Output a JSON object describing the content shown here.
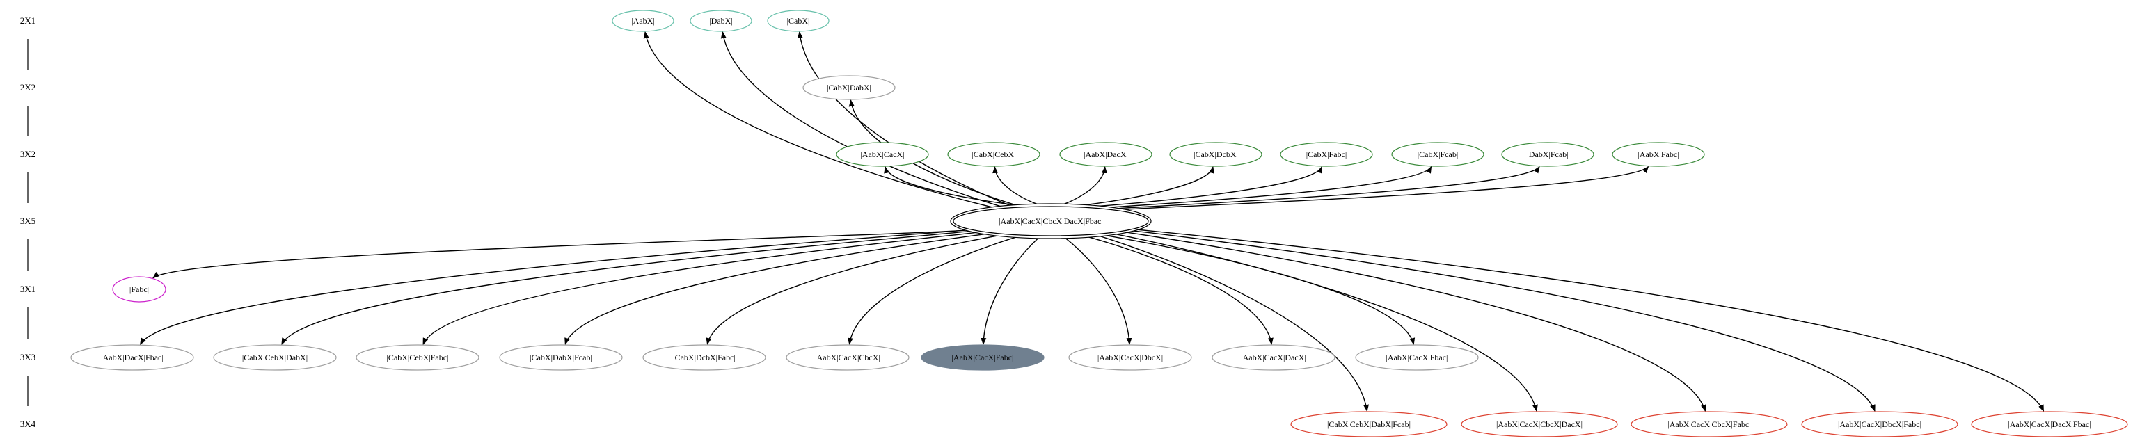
{
  "colors": {
    "edge": "#000000",
    "default_node": "#a0a0a0",
    "green_node": "#3b8a3b",
    "magenta_node": "#cc22cc",
    "red_node": "#dd4433",
    "aqua_node": "#66c0aa",
    "filled_node": "#708090",
    "text": "#000000"
  },
  "levels": [
    {
      "id": "L0",
      "label": "2X1"
    },
    {
      "id": "L1",
      "label": "2X2"
    },
    {
      "id": "L2",
      "label": "3X2"
    },
    {
      "id": "L3",
      "label": "3X5"
    },
    {
      "id": "L4",
      "label": "3X1"
    },
    {
      "id": "L5",
      "label": "3X3"
    },
    {
      "id": "L6",
      "label": "3X4"
    }
  ],
  "nodes": [
    {
      "id": "n_aabx",
      "label": "|AabX|",
      "style": "aqua"
    },
    {
      "id": "n_dabx",
      "label": "|DabX|",
      "style": "aqua"
    },
    {
      "id": "n_cabx",
      "label": "|CabX|",
      "style": "aqua"
    },
    {
      "id": "n_cabxdabx",
      "label": "|CabX|DabX|",
      "style": "default"
    },
    {
      "id": "n_aabxcacx",
      "label": "|AabX|CacX|",
      "style": "green"
    },
    {
      "id": "n_cabxcebx",
      "label": "|CabX|CebX|",
      "style": "green"
    },
    {
      "id": "n_aabxdacx",
      "label": "|AabX|DacX|",
      "style": "green"
    },
    {
      "id": "n_cabxdcbx",
      "label": "|CabX|DcbX|",
      "style": "green"
    },
    {
      "id": "n_cabxfabc",
      "label": "|CabX|Fabc|",
      "style": "green"
    },
    {
      "id": "n_cabxfcab",
      "label": "|CabX|Fcab|",
      "style": "green"
    },
    {
      "id": "n_dabxfcab",
      "label": "|DabX|Fcab|",
      "style": "green"
    },
    {
      "id": "n_aabxfabc",
      "label": "|AabX|Fabc|",
      "style": "green"
    },
    {
      "id": "n_root",
      "label": "|AabX|CacX|CbcX|DacX|Fbac|",
      "style": "double"
    },
    {
      "id": "n_fabc",
      "label": "|Fabc|",
      "style": "magenta"
    },
    {
      "id": "n_aabxdacxfbac",
      "label": "|AabX|DacX|Fbac|",
      "style": "default"
    },
    {
      "id": "n_cabxcebxdabx",
      "label": "|CabX|CebX|DabX|",
      "style": "default"
    },
    {
      "id": "n_cabxcebxfabc",
      "label": "|CabX|CebX|Fabc|",
      "style": "default"
    },
    {
      "id": "n_cabxdabxfcab",
      "label": "|CabX|DabX|Fcab|",
      "style": "default"
    },
    {
      "id": "n_cabxdcbxfabc",
      "label": "|CabX|DcbX|Fabc|",
      "style": "default"
    },
    {
      "id": "n_aabxcacxcbcx",
      "label": "|AabX|CacX|CbcX|",
      "style": "default"
    },
    {
      "id": "n_aabxcacxfabc",
      "label": "|AabX|CacX|Fabc|",
      "style": "filled"
    },
    {
      "id": "n_aabxcacxdbcx",
      "label": "|AabX|CacX|DbcX|",
      "style": "default"
    },
    {
      "id": "n_aabxcacxdacx",
      "label": "|AabX|CacX|DacX|",
      "style": "default"
    },
    {
      "id": "n_aabxcacxfbac",
      "label": "|AabX|CacX|Fbac|",
      "style": "default"
    },
    {
      "id": "n_cabxcebxdabxfcab",
      "label": "|CabX|CebX|DabX|Fcab|",
      "style": "red"
    },
    {
      "id": "n_aabxcacxcbcxdacx",
      "label": "|AabX|CacX|CbcX|DacX|",
      "style": "red"
    },
    {
      "id": "n_aabxcacxcbcxfabc",
      "label": "|AabX|CacX|CbcX|Fabc|",
      "style": "red"
    },
    {
      "id": "n_aabxcacxdbcxfabc",
      "label": "|AabX|CacX|DbcX|Fabc|",
      "style": "red"
    },
    {
      "id": "n_aabxcacxdacxfbac",
      "label": "|AabX|CacX|DacX|Fbac|",
      "style": "red"
    }
  ],
  "edges": [
    {
      "from": "n_root",
      "to": "n_aabx"
    },
    {
      "from": "n_root",
      "to": "n_dabx"
    },
    {
      "from": "n_root",
      "to": "n_cabx"
    },
    {
      "from": "n_root",
      "to": "n_cabxdabx"
    },
    {
      "from": "n_root",
      "to": "n_aabxcacx"
    },
    {
      "from": "n_root",
      "to": "n_cabxcebx"
    },
    {
      "from": "n_root",
      "to": "n_aabxdacx"
    },
    {
      "from": "n_root",
      "to": "n_cabxdcbx"
    },
    {
      "from": "n_root",
      "to": "n_cabxfabc"
    },
    {
      "from": "n_root",
      "to": "n_cabxfcab"
    },
    {
      "from": "n_root",
      "to": "n_dabxfcab"
    },
    {
      "from": "n_root",
      "to": "n_aabxfabc"
    },
    {
      "from": "n_root",
      "to": "n_fabc"
    },
    {
      "from": "n_root",
      "to": "n_aabxdacxfbac"
    },
    {
      "from": "n_root",
      "to": "n_cabxcebxdabx"
    },
    {
      "from": "n_root",
      "to": "n_cabxcebxfabc"
    },
    {
      "from": "n_root",
      "to": "n_cabxdabxfcab"
    },
    {
      "from": "n_root",
      "to": "n_cabxdcbxfabc"
    },
    {
      "from": "n_root",
      "to": "n_aabxcacxcbcx"
    },
    {
      "from": "n_root",
      "to": "n_aabxcacxfabc"
    },
    {
      "from": "n_root",
      "to": "n_aabxcacxdbcx"
    },
    {
      "from": "n_root",
      "to": "n_aabxcacxdacx"
    },
    {
      "from": "n_root",
      "to": "n_aabxcacxfbac"
    },
    {
      "from": "n_root",
      "to": "n_cabxcebxdabxfcab"
    },
    {
      "from": "n_root",
      "to": "n_aabxcacxcbcxdacx"
    },
    {
      "from": "n_root",
      "to": "n_aabxcacxcbcxfabc"
    },
    {
      "from": "n_root",
      "to": "n_aabxcacxdbcxfabc"
    },
    {
      "from": "n_root",
      "to": "n_aabxcacxdacxfbac"
    }
  ]
}
